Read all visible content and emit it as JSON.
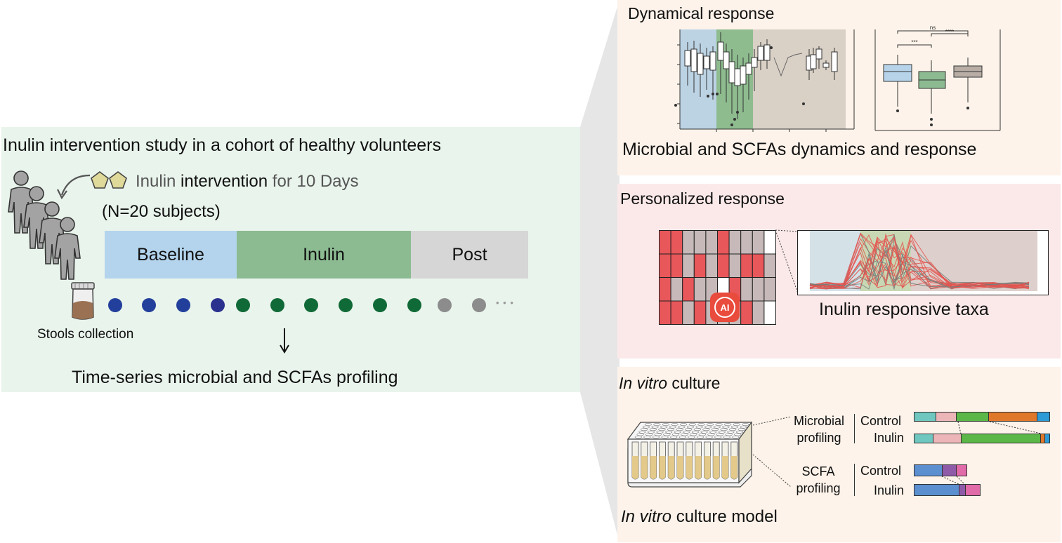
{
  "study": {
    "title": "Inulin intervention study in a cohort of healthy volunteers",
    "intervention_word1": "Inulin",
    "intervention_word2": "intervention",
    "intervention_word3": "for 10 Days",
    "subjects": "(N=20 subjects)",
    "phases": {
      "baseline": "Baseline",
      "inulin": "Inulin",
      "post": "Post"
    },
    "stool_label": "Stools collection",
    "ellipsis": "• • •",
    "profiling_label": "Time-series microbial and SCFAs profiling",
    "colors": {
      "baseline_dot": "#223f9b",
      "inulin_dot": "#106a37",
      "post_dot": "#8c8c8c"
    }
  },
  "dynamical": {
    "title": "Dynamical response",
    "caption": "Microbial and SCFAs dynamics and response",
    "sig_ns": "ns",
    "sig_3star": "***",
    "sig_4star": "****"
  },
  "personalized": {
    "title": "Personalized response",
    "caption": "Inulin responsive taxa",
    "ai_badge": "AI"
  },
  "invitro": {
    "title_italic": "In vitro",
    "title_rest": "culture",
    "microbial_line1": "Microbial",
    "microbial_line2": "profiling",
    "scfa_line1": "SCFA",
    "scfa_line2": "profiling",
    "control": "Control",
    "inulin": "Inulin",
    "model_italic": "In vitro",
    "model_rest": "culture model",
    "microbial_bars": {
      "control": [
        {
          "color": "#6fc7bf",
          "frac": 0.16
        },
        {
          "color": "#ecb6b8",
          "frac": 0.15
        },
        {
          "color": "#5bb748",
          "frac": 0.24
        },
        {
          "color": "#e0782c",
          "frac": 0.36
        },
        {
          "color": "#2e9bd6",
          "frac": 0.09
        }
      ],
      "inulin": [
        {
          "color": "#6fc7bf",
          "frac": 0.14
        },
        {
          "color": "#ecb6b8",
          "frac": 0.21
        },
        {
          "color": "#5bb748",
          "frac": 0.59
        },
        {
          "color": "#e0782c",
          "frac": 0.03
        },
        {
          "color": "#2e9bd6",
          "frac": 0.03
        }
      ]
    },
    "scfa_bars": {
      "control": [
        {
          "color": "#5b8fd0",
          "frac": 0.54
        },
        {
          "color": "#8f5aa8",
          "frac": 0.27
        },
        {
          "color": "#e16aa9",
          "frac": 0.19
        }
      ],
      "inulin": [
        {
          "color": "#5b8fd0",
          "frac": 0.69
        },
        {
          "color": "#8f5aa8",
          "frac": 0.09
        },
        {
          "color": "#e16aa9",
          "frac": 0.22
        }
      ]
    }
  }
}
